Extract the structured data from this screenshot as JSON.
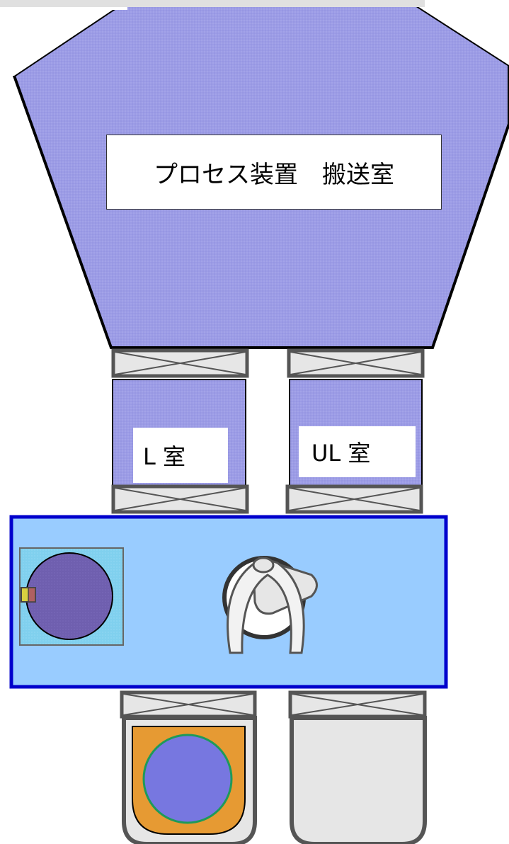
{
  "labels": {
    "transfer_chamber": "プロセス装置　搬送室",
    "load_lock_l": "L 室",
    "load_lock_ul": "UL 室"
  },
  "colors": {
    "chamber_fill": "#9c9ce6",
    "transport_fill": "#99ccff",
    "transport_border": "#0000cc",
    "gate_valve": "#e6e6e6",
    "outline": "#000000",
    "wafer": "#6f5faf",
    "wafer_loaded": "#7777e0",
    "carrier": "#e69a33",
    "aligner_stage": "#80d0ee",
    "notch_sensor": "#e0d040",
    "foup_empty": "#e6e6e6"
  }
}
